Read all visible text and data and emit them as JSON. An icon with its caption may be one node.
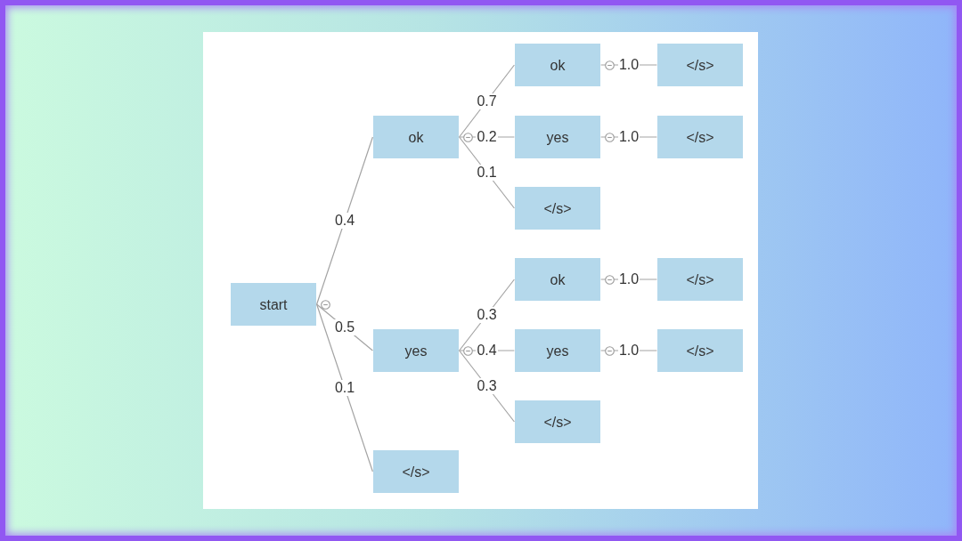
{
  "diagram": {
    "nodes": [
      {
        "text": [
          "start"
        ]
      },
      {
        "text": [
          "ok"
        ]
      },
      {
        "text": [
          "yes"
        ]
      },
      {
        "text": [
          "</s>"
        ]
      },
      {
        "text": [
          "ok"
        ]
      },
      {
        "text": [
          "yes"
        ]
      },
      {
        "text": [
          "</s>"
        ]
      },
      {
        "text": [
          "</s>"
        ]
      },
      {
        "text": [
          "</s>"
        ]
      },
      {
        "text": [
          "ok"
        ]
      },
      {
        "text": [
          "yes"
        ]
      },
      {
        "text": [
          "</s>"
        ]
      },
      {
        "text": [
          "</s>"
        ]
      },
      {
        "text": [
          "</s>"
        ]
      }
    ],
    "edges": [
      {
        "from": 0,
        "to": 1,
        "arrow": "none",
        "label": "0.4"
      },
      {
        "from": 0,
        "to": 2,
        "arrow": "none",
        "label": "0.5"
      },
      {
        "from": 0,
        "to": 3,
        "arrow": "none",
        "label": "0.1"
      },
      {
        "from": 1,
        "to": 4,
        "arrow": "none",
        "label": "0.7"
      },
      {
        "from": 1,
        "to": 5,
        "arrow": "none",
        "label": "0.2"
      },
      {
        "from": 1,
        "to": 6,
        "arrow": "none",
        "label": "0.1"
      },
      {
        "from": 4,
        "to": 7,
        "arrow": "none",
        "label": "1.0"
      },
      {
        "from": 5,
        "to": 8,
        "arrow": "none",
        "label": "1.0"
      },
      {
        "from": 2,
        "to": 9,
        "arrow": "none",
        "label": "0.3"
      },
      {
        "from": 2,
        "to": 10,
        "arrow": "none",
        "label": "0.4"
      },
      {
        "from": 2,
        "to": 11,
        "arrow": "none",
        "label": "0.3"
      },
      {
        "from": 9,
        "to": 12,
        "arrow": "none",
        "label": "1.0"
      },
      {
        "from": 10,
        "to": 13,
        "arrow": "none",
        "label": "1.0"
      }
    ]
  }
}
